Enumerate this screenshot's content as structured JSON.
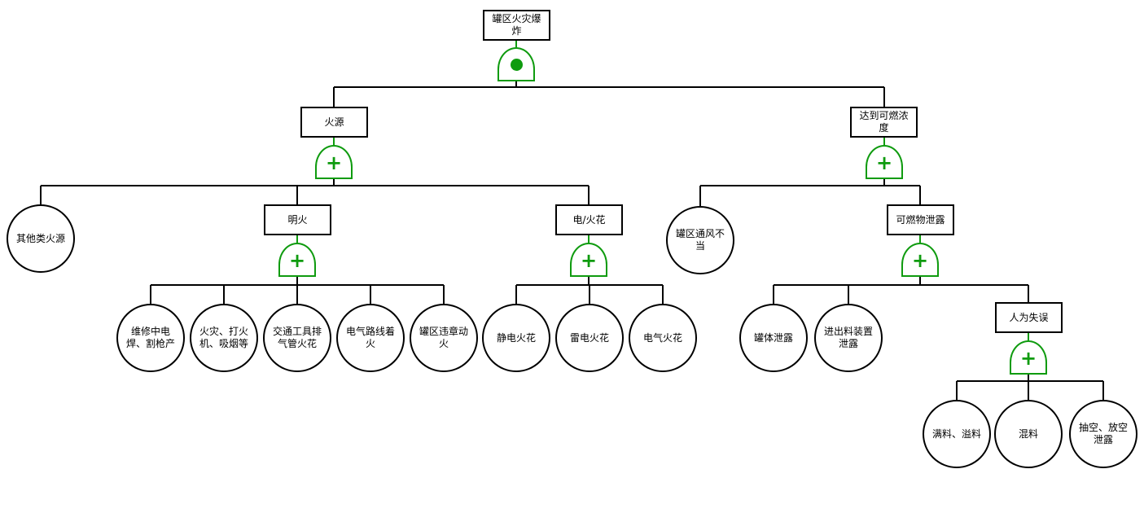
{
  "diagram_title": "罐区火灾爆炸",
  "colors": {
    "gate": "#0f9b0f",
    "line": "#000000",
    "node_border": "#000000",
    "background": "#ffffff"
  },
  "gates": {
    "or_symbol": "+",
    "and_symbol": "filled-dot"
  },
  "nodes": {
    "top_event": {
      "label": "罐区火灾爆炸",
      "shape": "rect",
      "gate": "AND"
    },
    "fire_source": {
      "label": "火源",
      "shape": "rect",
      "gate": "OR"
    },
    "combustible_concentration": {
      "label": "达到可燃浓度",
      "shape": "rect",
      "gate": "OR"
    },
    "other_fire_sources": {
      "label": "其他类火源",
      "shape": "circle"
    },
    "open_fire": {
      "label": "明火",
      "shape": "rect",
      "gate": "OR"
    },
    "electric_or_spark": {
      "label": "电/火花",
      "shape": "rect",
      "gate": "OR"
    },
    "tank_area_poor_ventilation": {
      "label": "罐区通风不当",
      "shape": "circle"
    },
    "combustible_leak": {
      "label": "可燃物泄露",
      "shape": "rect",
      "gate": "OR"
    },
    "welding_cutting": {
      "label": "维修中电焊、割枪产",
      "shape": "circle"
    },
    "fire_lighter_smoking": {
      "label": "火灾、打火机、吸烟等",
      "shape": "circle"
    },
    "vehicle_exhaust_spark": {
      "label": "交通工具排气管火花",
      "shape": "circle"
    },
    "electric_line_fire": {
      "label": "电气路线着火",
      "shape": "circle"
    },
    "illegal_hot_work": {
      "label": "罐区违章动火",
      "shape": "circle"
    },
    "static_spark": {
      "label": "静电火花",
      "shape": "circle"
    },
    "lightning_spark": {
      "label": "雷电火花",
      "shape": "circle"
    },
    "electrical_spark": {
      "label": "电气火花",
      "shape": "circle"
    },
    "tank_body_leak": {
      "label": "罐体泄露",
      "shape": "circle"
    },
    "inlet_outlet_leak": {
      "label": "进出料装置泄露",
      "shape": "circle"
    },
    "human_error": {
      "label": "人为失误",
      "shape": "rect",
      "gate": "OR"
    },
    "full_overflow": {
      "label": "满料、溢料",
      "shape": "circle"
    },
    "mixed_material": {
      "label": "混料",
      "shape": "circle"
    },
    "vent_leak": {
      "label": "抽空、放空泄露",
      "shape": "circle"
    }
  }
}
